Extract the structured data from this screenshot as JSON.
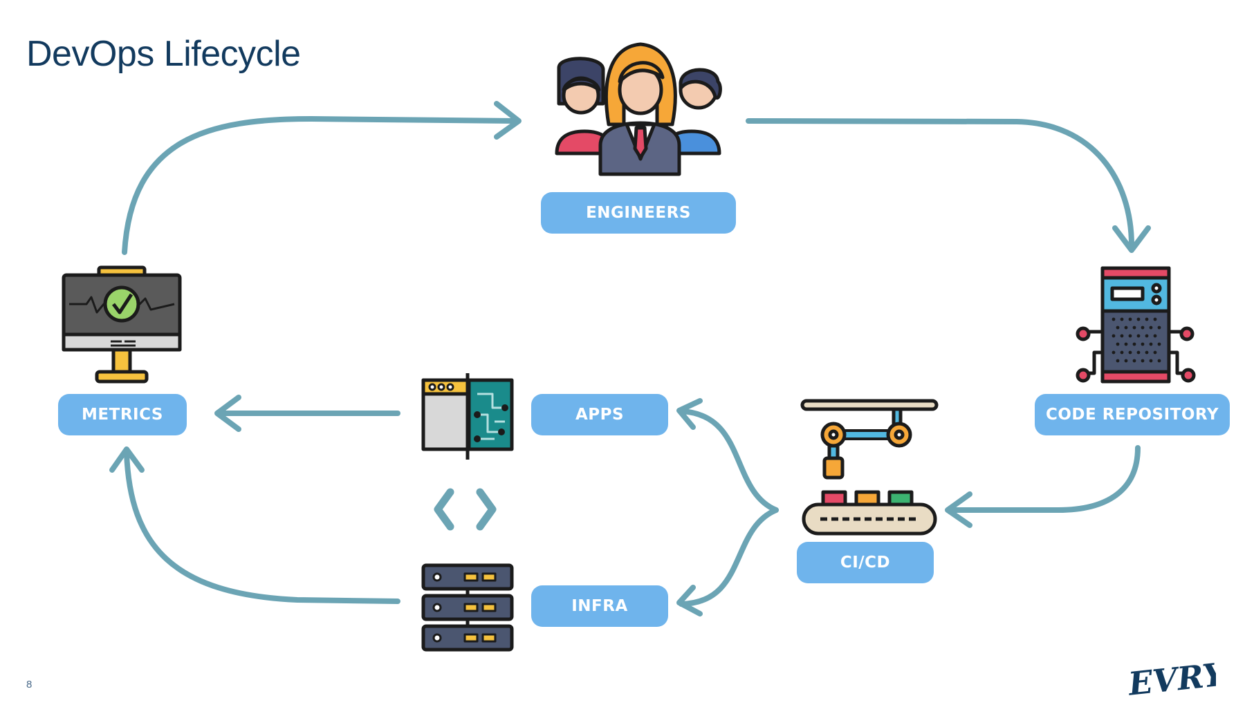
{
  "slide": {
    "title": "DevOps Lifecycle",
    "page_number": "8",
    "logo_text": "EVRY"
  },
  "nodes": {
    "engineers": "ENGINEERS",
    "code_repository": "CODE REPOSITORY",
    "cicd": "CI/CD",
    "apps": "APPS",
    "infra": "INFRA",
    "metrics": "METRICS"
  },
  "colors": {
    "arrow": "#6ba4b4",
    "pill": "#6fb4ec",
    "title": "#123a5e"
  },
  "icons": [
    "engineers-group-icon",
    "server-tower-icon",
    "robot-arm-conveyor-icon",
    "app-circuit-icon",
    "code-brackets-icon",
    "server-rack-icon",
    "monitor-check-icon"
  ]
}
